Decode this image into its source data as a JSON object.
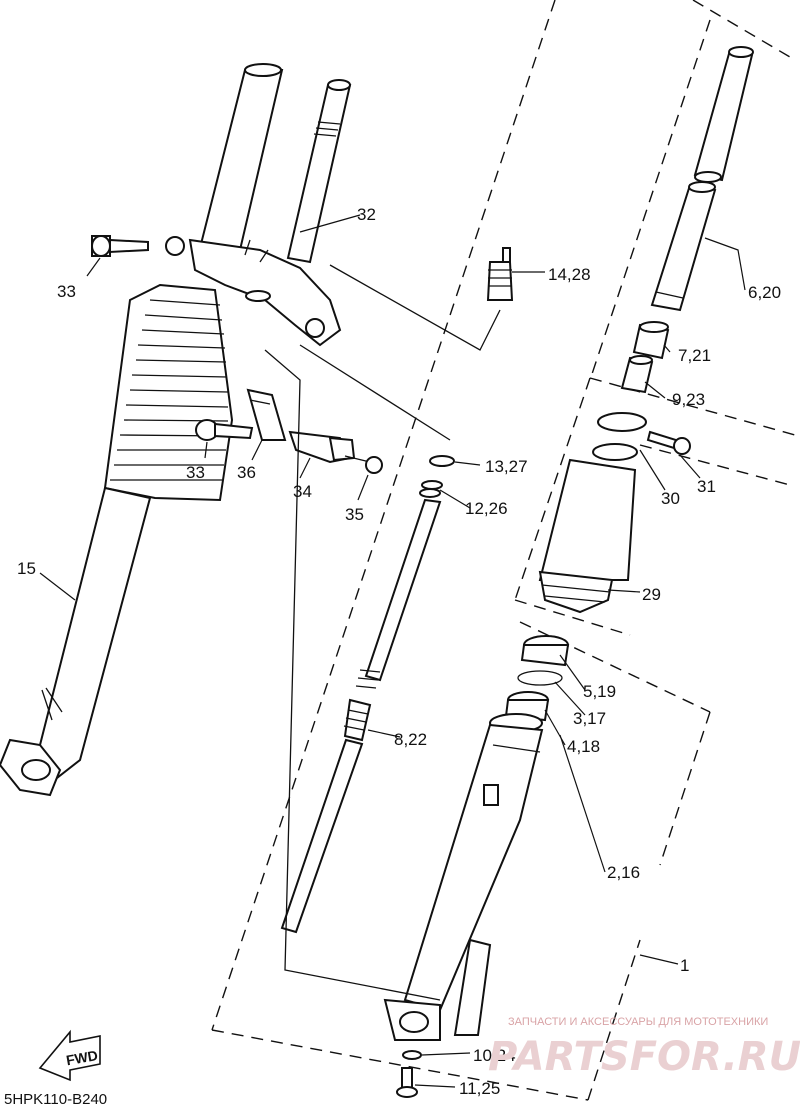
{
  "diagram": {
    "code": "5HPK110-B240",
    "direction_label": "FWD",
    "callouts": {
      "p1": "1",
      "p2_16": "2,16",
      "p3_17": "3,17",
      "p4_18": "4,18",
      "p5_19": "5,19",
      "p6_20": "6,20",
      "p7_21": "7,21",
      "p8_22": "8,22",
      "p9_23": "9,23",
      "p10_24": "10,24",
      "p11_25": "11,25",
      "p12_26": "12,26",
      "p13_27": "13,27",
      "p14_28": "14,28",
      "p15": "15",
      "p29": "29",
      "p30": "30",
      "p31": "31",
      "p32": "32",
      "p33a": "33",
      "p33b": "33",
      "p34": "34",
      "p35": "35",
      "p36": "36"
    }
  },
  "watermark": {
    "tagline": "ЗАПЧАСТИ И АКСЕССУАРЫ ДЛЯ МОТОТЕХНИКИ",
    "brand": "PARTSFOR.RU"
  }
}
